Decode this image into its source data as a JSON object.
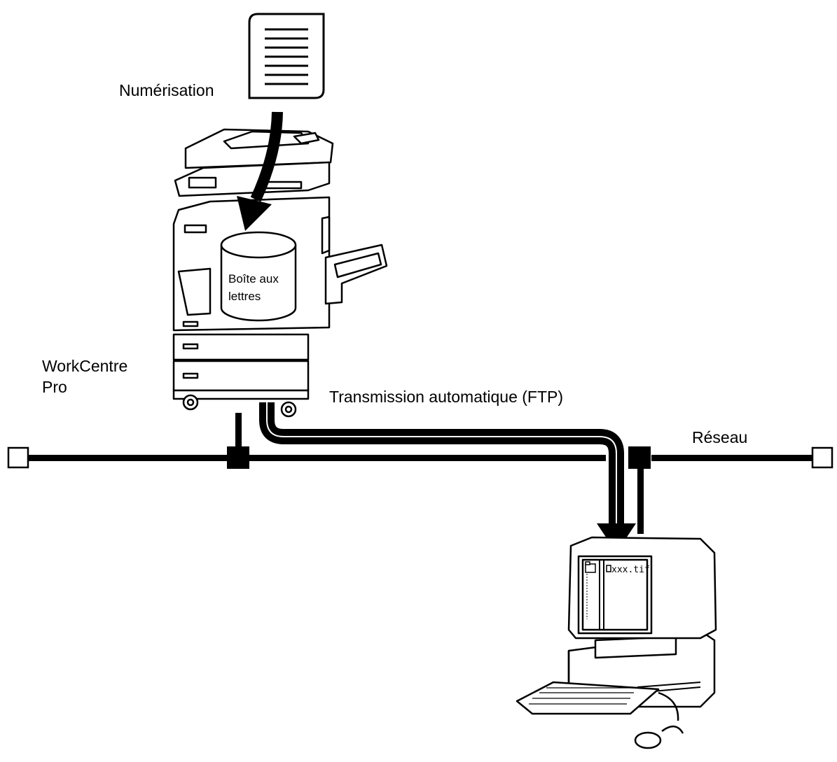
{
  "labels": {
    "scan": "Numérisation",
    "mailbox_line1": "Boîte aux",
    "mailbox_line2": "lettres",
    "device_line1": "WorkCentre",
    "device_line2": "Pro",
    "transmission": "Transmission automatique (FTP)",
    "network": "Réseau",
    "file_name": "xxx.tif"
  },
  "colors": {
    "ink": "#000000",
    "paper": "#ffffff"
  },
  "icons": [
    "document-icon",
    "multifunction-printer-icon",
    "mailbox-cylinder-icon",
    "computer-icon",
    "keyboard-icon",
    "mouse-icon",
    "folder-icon",
    "file-icon"
  ]
}
